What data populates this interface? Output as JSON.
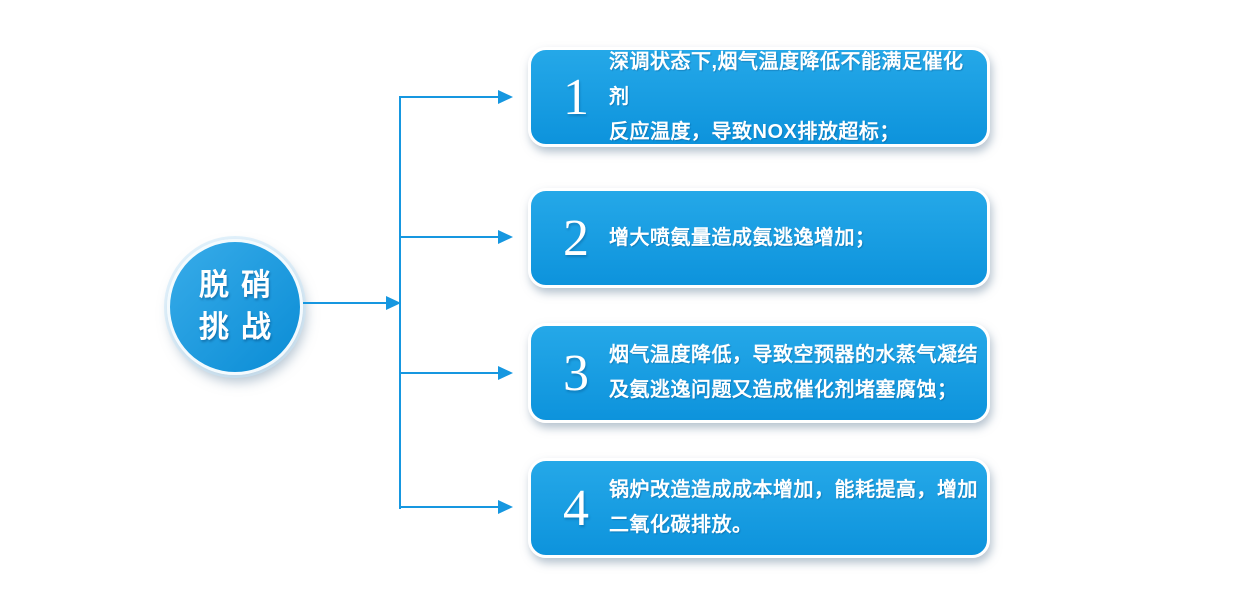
{
  "diagram": {
    "root": {
      "line1": "脱硝",
      "line2": "挑战"
    },
    "items": [
      {
        "number": "1",
        "text": "深调状态下,烟气温度降低不能满足催化剂\n反应温度，导致NOX排放超标；"
      },
      {
        "number": "2",
        "text": "增大喷氨量造成氨逃逸增加；"
      },
      {
        "number": "3",
        "text": "烟气温度降低，导致空预器的水蒸气凝结\n及氨逃逸问题又造成催化剂堵塞腐蚀；"
      },
      {
        "number": "4",
        "text": "锅炉改造造成成本增加，能耗提高，增加\n二氧化碳排放。"
      }
    ],
    "colors": {
      "accent": "#1697e0",
      "box_top": "#25a8e8",
      "box_bottom": "#0d93dc",
      "circle_top": "#38ace9",
      "circle_bottom": "#0a8cd5"
    }
  }
}
